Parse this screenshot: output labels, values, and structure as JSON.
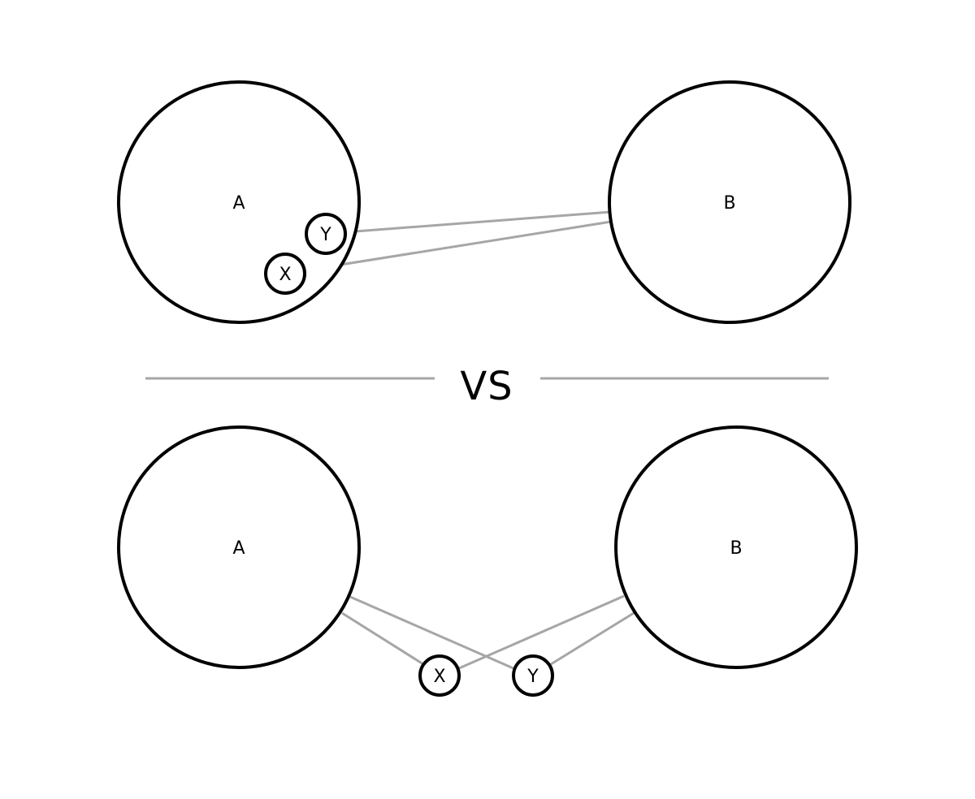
{
  "top_scenario": {
    "circle_a_label": "A",
    "circle_b_label": "B",
    "node_x_label": "X",
    "node_y_label": "Y"
  },
  "divider": {
    "label": "VS"
  },
  "bottom_scenario": {
    "circle_a_label": "A",
    "circle_b_label": "B",
    "node_x_label": "X",
    "node_y_label": "Y"
  },
  "colors": {
    "stroke": "#000000",
    "connector": "#a6a6a6",
    "background": "#ffffff"
  }
}
